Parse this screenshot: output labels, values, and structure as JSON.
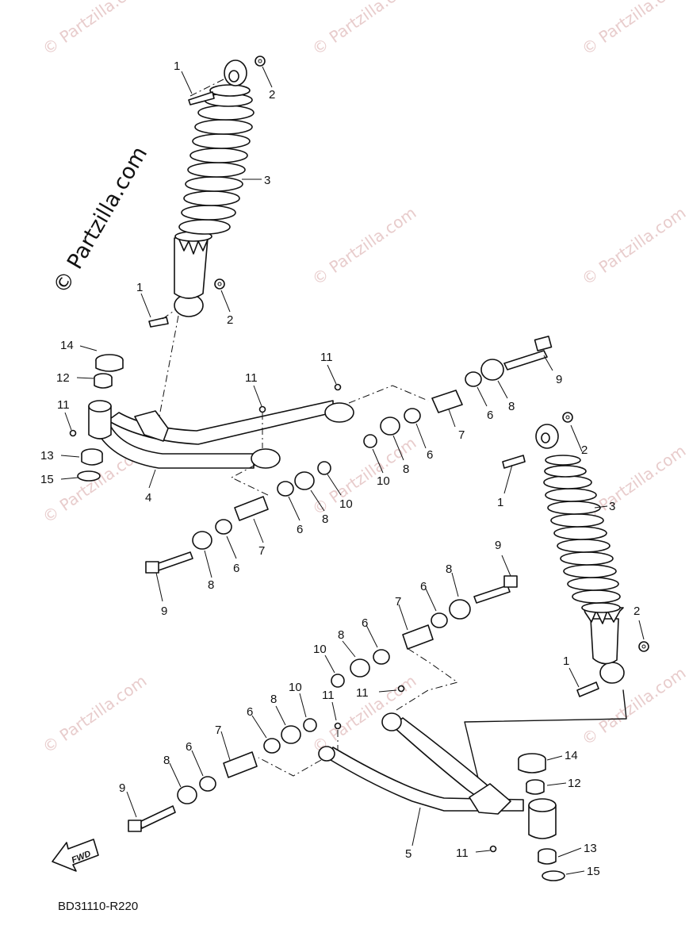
{
  "watermark": {
    "text": "© Partzilla.com",
    "faint_color": "#e8cccc"
  },
  "diagram_code": "BD31110-R220",
  "fwd_label": "FWD",
  "callouts": {
    "n1": "1",
    "n2": "2",
    "n3": "3",
    "n4": "4",
    "n5": "5",
    "n6": "6",
    "n7": "7",
    "n8": "8",
    "n9": "9",
    "n10": "10",
    "n11": "11",
    "n12": "12",
    "n13": "13",
    "n14": "14",
    "n15": "15"
  }
}
